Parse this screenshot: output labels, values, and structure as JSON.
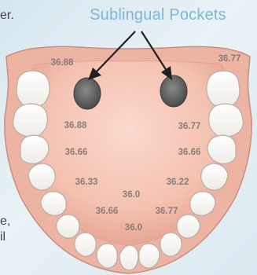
{
  "callout": {
    "title": "Sublingual Pockets"
  },
  "fragments": {
    "top_left": "er.",
    "mid_left_1": "e,",
    "mid_left_2": "il"
  },
  "readings": {
    "upper_left": "36.88",
    "upper_right": "36.77",
    "left_1": "36.88",
    "right_1": "36.77",
    "left_2": "36.66",
    "right_2": "36.66",
    "left_3": "36.33",
    "right_3": "36.22",
    "center_top": "36.0",
    "left_4": "36.66",
    "right_4": "36.77",
    "center_bottom": "36.0"
  },
  "colors": {
    "gum": "#f0b9a8",
    "gum_edge": "#c98d82",
    "palate": "#f6c9bb",
    "pocket": "#5a5a5a",
    "tooth": "#fbfaf7",
    "arrow": "#1f1f1f",
    "reading_text": "#8a7c7a",
    "title_text": "#7cb6da"
  }
}
